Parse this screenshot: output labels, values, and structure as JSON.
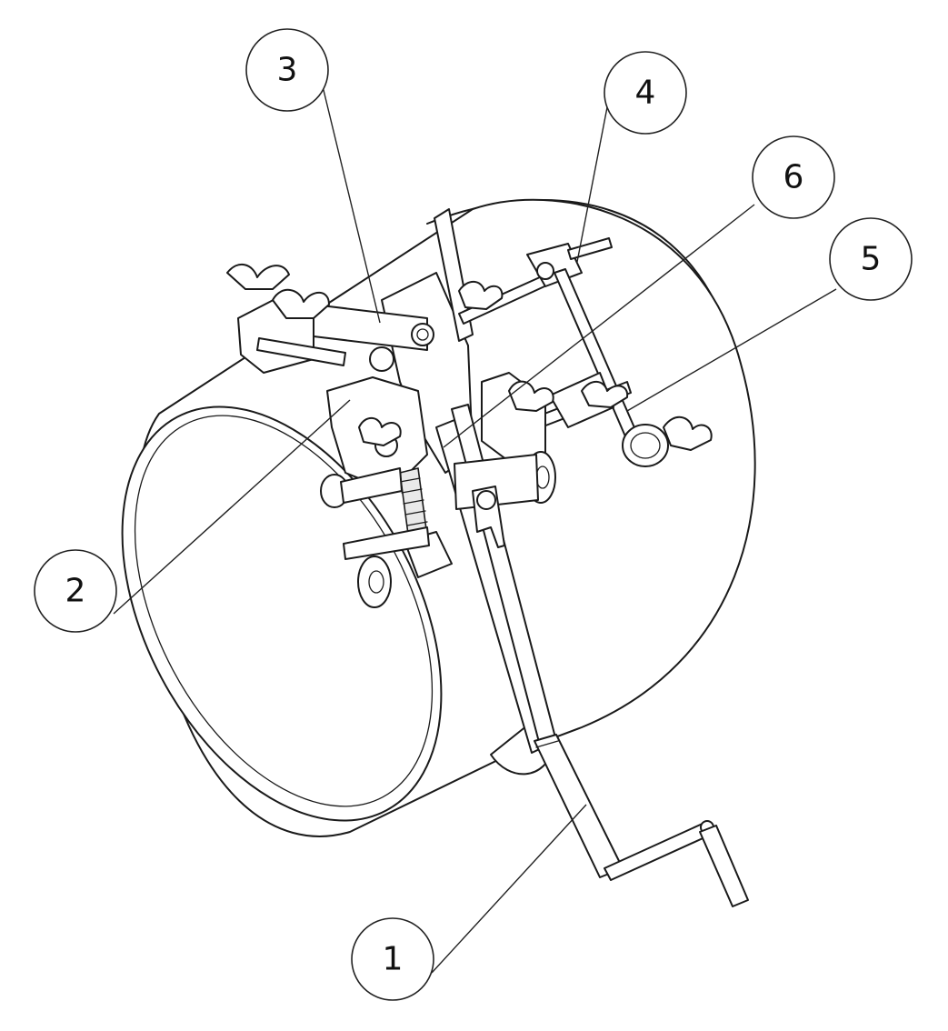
{
  "callouts": [
    {
      "id": "callout-1",
      "label": "1"
    },
    {
      "id": "callout-2",
      "label": "2"
    },
    {
      "id": "callout-3",
      "label": "3"
    },
    {
      "id": "callout-4",
      "label": "4"
    },
    {
      "id": "callout-5",
      "label": "5"
    },
    {
      "id": "callout-6",
      "label": "6"
    }
  ],
  "style": {
    "line_color": "#1a1a1a",
    "background": "#ffffff"
  }
}
